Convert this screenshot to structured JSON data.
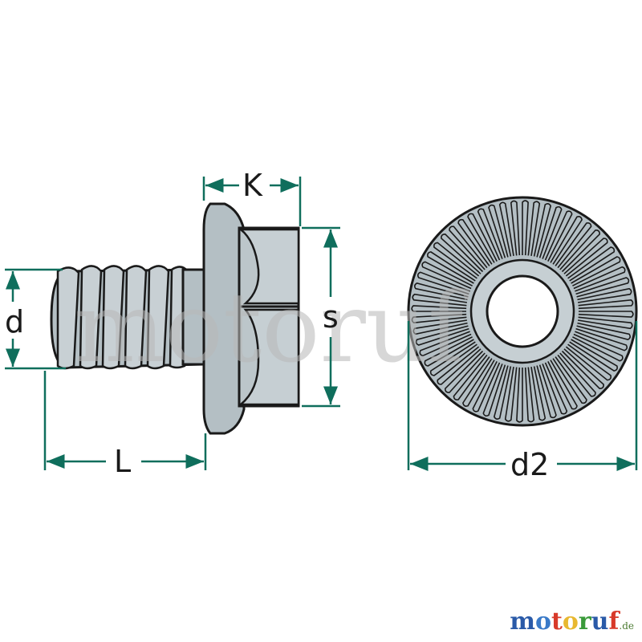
{
  "labels": {
    "d": "d",
    "L": "L",
    "K": "K",
    "s": "s",
    "d2": "d2"
  },
  "watermark": {
    "text": "motoruf",
    "domain": ".de",
    "letters": [
      "m",
      "o",
      "t",
      "o",
      "r",
      "u",
      "f"
    ],
    "letter_colors": [
      "#2a5aa8",
      "#3a7ac8",
      "#d83a2a",
      "#e8b830",
      "#3a9a3a",
      "#2a5aa8",
      "#d83a2a"
    ]
  },
  "colors": {
    "dimension": "#0f6e5c",
    "steel": "#b4bfc4",
    "steel_dark": "#96a2a8",
    "outline": "#1a1a1a"
  },
  "icons": [
    "flange-bolt-side-view",
    "flange-serration-front-view"
  ]
}
